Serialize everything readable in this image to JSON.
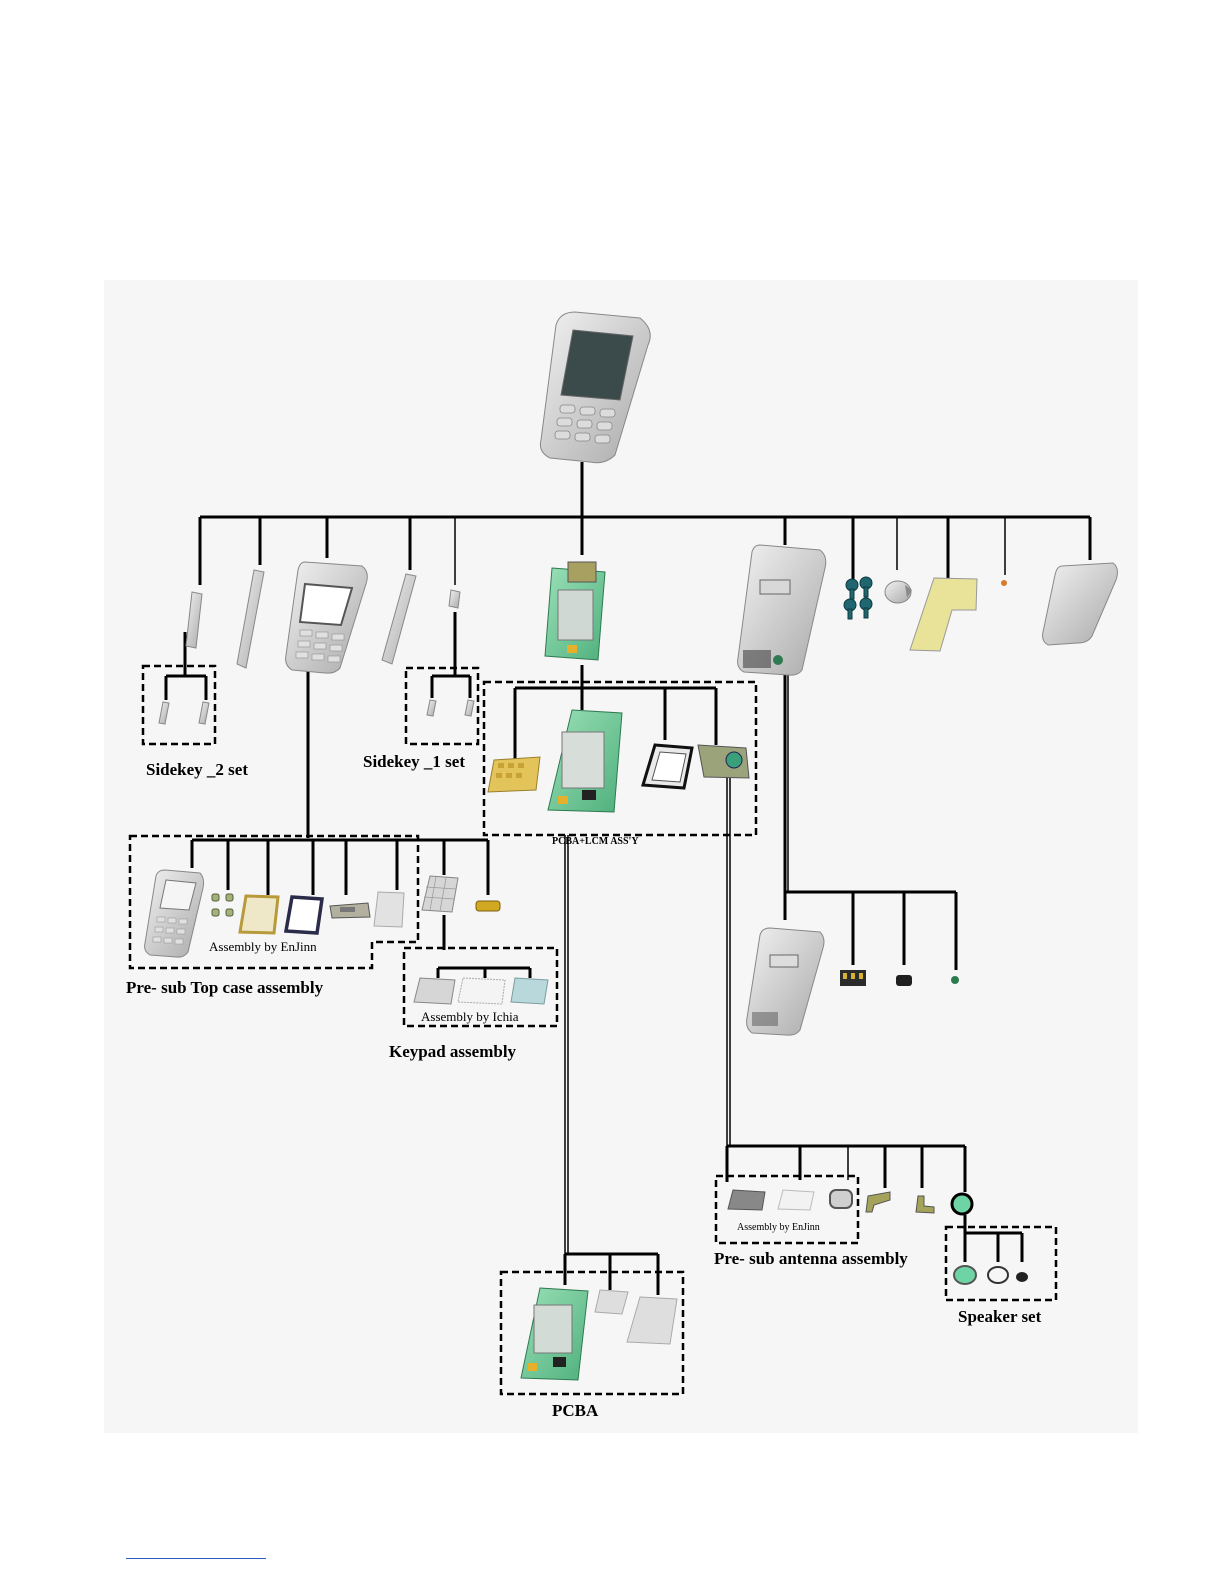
{
  "labels": {
    "sidekey2": "Sidekey _2 set",
    "sidekey1": "Sidekey _1 set",
    "pcba_lcm": "PCBA+LCM ASS'Y",
    "top_case": "Pre- sub Top case assembly",
    "top_case_note": "Assembly by EnJinn",
    "keypad": "Keypad assembly",
    "keypad_note": "Assembly by Ichia",
    "antenna": "Pre- sub antenna assembly",
    "antenna_note": "Assembly by EnJinn",
    "speaker": "Speaker set",
    "pcba": "PCBA"
  }
}
